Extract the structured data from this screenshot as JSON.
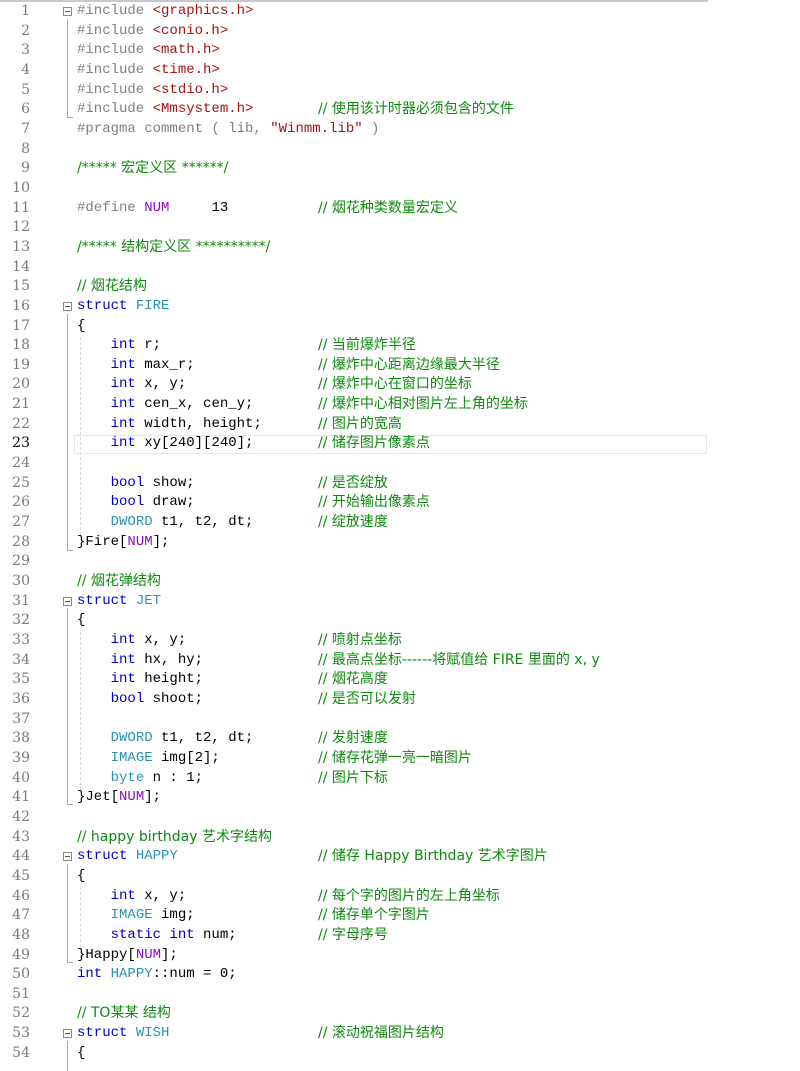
{
  "editor": {
    "current_line": 23,
    "colors": {
      "keyword": "#0000c8",
      "type": "#2b91af",
      "macro": "#8f08c4",
      "string": "#a31515",
      "comment": "#0f8a0f",
      "preprocessor": "#808080",
      "line_number": "#7a7a7a"
    },
    "lines": [
      {
        "n": "1",
        "code": [
          [
            "pp",
            "#include "
          ],
          [
            "str",
            "<graphics.h>"
          ]
        ],
        "comment": "",
        "fold": true
      },
      {
        "n": "2",
        "code": [
          [
            "pp",
            "#include "
          ],
          [
            "str",
            "<conio.h>"
          ]
        ],
        "comment": ""
      },
      {
        "n": "3",
        "code": [
          [
            "pp",
            "#include "
          ],
          [
            "str",
            "<math.h>"
          ]
        ],
        "comment": ""
      },
      {
        "n": "4",
        "code": [
          [
            "pp",
            "#include "
          ],
          [
            "str",
            "<time.h>"
          ]
        ],
        "comment": ""
      },
      {
        "n": "5",
        "code": [
          [
            "pp",
            "#include "
          ],
          [
            "str",
            "<stdio.h>"
          ]
        ],
        "comment": ""
      },
      {
        "n": "6",
        "code": [
          [
            "pp",
            "#include "
          ],
          [
            "str",
            "<Mmsystem.h>"
          ]
        ],
        "comment": "// 使用该计时器必须包含的文件"
      },
      {
        "n": "7",
        "code": [
          [
            "pp",
            "#pragma comment ( lib, "
          ],
          [
            "str",
            "\"Winmm.lib\""
          ],
          [
            "pp",
            " )"
          ]
        ],
        "comment": ""
      },
      {
        "n": "8",
        "code": [],
        "comment": ""
      },
      {
        "n": "9",
        "code": [
          [
            "cc",
            "/***** 宏定义区 ******/"
          ]
        ],
        "comment": ""
      },
      {
        "n": "10",
        "code": [],
        "comment": ""
      },
      {
        "n": "11",
        "code": [
          [
            "pp",
            "#define "
          ],
          [
            "mac",
            "NUM"
          ],
          [
            "",
            "     13"
          ]
        ],
        "comment": "// 烟花种类数量宏定义"
      },
      {
        "n": "12",
        "code": [],
        "comment": ""
      },
      {
        "n": "13",
        "code": [
          [
            "cc",
            "/***** 结构定义区 **********/"
          ]
        ],
        "comment": ""
      },
      {
        "n": "14",
        "code": [],
        "comment": ""
      },
      {
        "n": "15",
        "code": [
          [
            "cc",
            "// 烟花结构"
          ]
        ],
        "comment": ""
      },
      {
        "n": "16",
        "code": [
          [
            "kw",
            "struct "
          ],
          [
            "ty",
            "FIRE"
          ]
        ],
        "comment": "",
        "fold": true
      },
      {
        "n": "17",
        "code": [
          [
            "",
            "{"
          ]
        ],
        "comment": ""
      },
      {
        "n": "18",
        "code": [
          [
            "",
            "    "
          ],
          [
            "kw",
            "int"
          ],
          [
            "",
            " r;"
          ]
        ],
        "comment": "// 当前爆炸半径"
      },
      {
        "n": "19",
        "code": [
          [
            "",
            "    "
          ],
          [
            "kw",
            "int"
          ],
          [
            "",
            " max_r;"
          ]
        ],
        "comment": "// 爆炸中心距离边缘最大半径"
      },
      {
        "n": "20",
        "code": [
          [
            "",
            "    "
          ],
          [
            "kw",
            "int"
          ],
          [
            "",
            " x, y;"
          ]
        ],
        "comment": "// 爆炸中心在窗口的坐标"
      },
      {
        "n": "21",
        "code": [
          [
            "",
            "    "
          ],
          [
            "kw",
            "int"
          ],
          [
            "",
            " cen_x, cen_y;"
          ]
        ],
        "comment": "// 爆炸中心相对图片左上角的坐标"
      },
      {
        "n": "22",
        "code": [
          [
            "",
            "    "
          ],
          [
            "kw",
            "int"
          ],
          [
            "",
            " width, height;"
          ]
        ],
        "comment": "// 图片的宽高"
      },
      {
        "n": "23",
        "code": [
          [
            "",
            "    "
          ],
          [
            "kw",
            "int"
          ],
          [
            "",
            " xy[240][240];"
          ]
        ],
        "comment": "// 储存图片像素点"
      },
      {
        "n": "24",
        "code": [],
        "comment": ""
      },
      {
        "n": "25",
        "code": [
          [
            "",
            "    "
          ],
          [
            "kw",
            "bool"
          ],
          [
            "",
            " show;"
          ]
        ],
        "comment": "// 是否绽放"
      },
      {
        "n": "26",
        "code": [
          [
            "",
            "    "
          ],
          [
            "kw",
            "bool"
          ],
          [
            "",
            " draw;"
          ]
        ],
        "comment": "// 开始输出像素点"
      },
      {
        "n": "27",
        "code": [
          [
            "",
            "    "
          ],
          [
            "ty",
            "DWORD"
          ],
          [
            "",
            " t1, t2, dt;"
          ]
        ],
        "comment": "// 绽放速度"
      },
      {
        "n": "28",
        "code": [
          [
            "",
            "}Fire["
          ],
          [
            "mac",
            "NUM"
          ],
          [
            "",
            "];"
          ]
        ],
        "comment": ""
      },
      {
        "n": "29",
        "code": [],
        "comment": ""
      },
      {
        "n": "30",
        "code": [
          [
            "cc",
            "// 烟花弹结构"
          ]
        ],
        "comment": ""
      },
      {
        "n": "31",
        "code": [
          [
            "kw",
            "struct "
          ],
          [
            "ty",
            "JET"
          ]
        ],
        "comment": "",
        "fold": true
      },
      {
        "n": "32",
        "code": [
          [
            "",
            "{"
          ]
        ],
        "comment": ""
      },
      {
        "n": "33",
        "code": [
          [
            "",
            "    "
          ],
          [
            "kw",
            "int"
          ],
          [
            "",
            " x, y;"
          ]
        ],
        "comment": "// 喷射点坐标"
      },
      {
        "n": "34",
        "code": [
          [
            "",
            "    "
          ],
          [
            "kw",
            "int"
          ],
          [
            "",
            " hx, hy;"
          ]
        ],
        "comment": "// 最高点坐标------将赋值给 FIRE 里面的 x, y"
      },
      {
        "n": "35",
        "code": [
          [
            "",
            "    "
          ],
          [
            "kw",
            "int"
          ],
          [
            "",
            " height;"
          ]
        ],
        "comment": "// 烟花高度"
      },
      {
        "n": "36",
        "code": [
          [
            "",
            "    "
          ],
          [
            "kw",
            "bool"
          ],
          [
            "",
            " shoot;"
          ]
        ],
        "comment": "// 是否可以发射"
      },
      {
        "n": "37",
        "code": [],
        "comment": ""
      },
      {
        "n": "38",
        "code": [
          [
            "",
            "    "
          ],
          [
            "ty",
            "DWORD"
          ],
          [
            "",
            " t1, t2, dt;"
          ]
        ],
        "comment": "// 发射速度"
      },
      {
        "n": "39",
        "code": [
          [
            "",
            "    "
          ],
          [
            "ty",
            "IMAGE"
          ],
          [
            "",
            " img[2];"
          ]
        ],
        "comment": "// 储存花弹一亮一暗图片"
      },
      {
        "n": "40",
        "code": [
          [
            "",
            "    "
          ],
          [
            "ty",
            "byte"
          ],
          [
            "",
            " n : 1;"
          ]
        ],
        "comment": "// 图片下标"
      },
      {
        "n": "41",
        "code": [
          [
            "",
            "}Jet["
          ],
          [
            "mac",
            "NUM"
          ],
          [
            "",
            "];"
          ]
        ],
        "comment": ""
      },
      {
        "n": "42",
        "code": [],
        "comment": ""
      },
      {
        "n": "43",
        "code": [
          [
            "cc",
            "// happy birthday 艺术字结构"
          ]
        ],
        "comment": ""
      },
      {
        "n": "44",
        "code": [
          [
            "kw",
            "struct "
          ],
          [
            "ty",
            "HAPPY"
          ]
        ],
        "comment": "// 储存 Happy Birthday 艺术字图片",
        "fold": true
      },
      {
        "n": "45",
        "code": [
          [
            "",
            "{"
          ]
        ],
        "comment": ""
      },
      {
        "n": "46",
        "code": [
          [
            "",
            "    "
          ],
          [
            "kw",
            "int"
          ],
          [
            "",
            " x, y;"
          ]
        ],
        "comment": "// 每个字的图片的左上角坐标"
      },
      {
        "n": "47",
        "code": [
          [
            "",
            "    "
          ],
          [
            "ty",
            "IMAGE"
          ],
          [
            "",
            " img;"
          ]
        ],
        "comment": "// 储存单个字图片"
      },
      {
        "n": "48",
        "code": [
          [
            "",
            "    "
          ],
          [
            "kw",
            "static int"
          ],
          [
            "",
            " num;"
          ]
        ],
        "comment": "// 字母序号"
      },
      {
        "n": "49",
        "code": [
          [
            "",
            "}Happy["
          ],
          [
            "mac",
            "NUM"
          ],
          [
            "",
            "];"
          ]
        ],
        "comment": ""
      },
      {
        "n": "50",
        "code": [
          [
            "kw",
            "int "
          ],
          [
            "ty",
            "HAPPY"
          ],
          [
            "",
            "::num = 0;"
          ]
        ],
        "comment": ""
      },
      {
        "n": "51",
        "code": [],
        "comment": ""
      },
      {
        "n": "52",
        "code": [
          [
            "cc",
            "// TO某某 结构"
          ]
        ],
        "comment": ""
      },
      {
        "n": "53",
        "code": [
          [
            "kw",
            "struct "
          ],
          [
            "ty",
            "WISH"
          ]
        ],
        "comment": "// 滚动祝福图片结构",
        "fold": true
      },
      {
        "n": "54",
        "code": [
          [
            "",
            "{"
          ]
        ],
        "comment": ""
      }
    ]
  }
}
